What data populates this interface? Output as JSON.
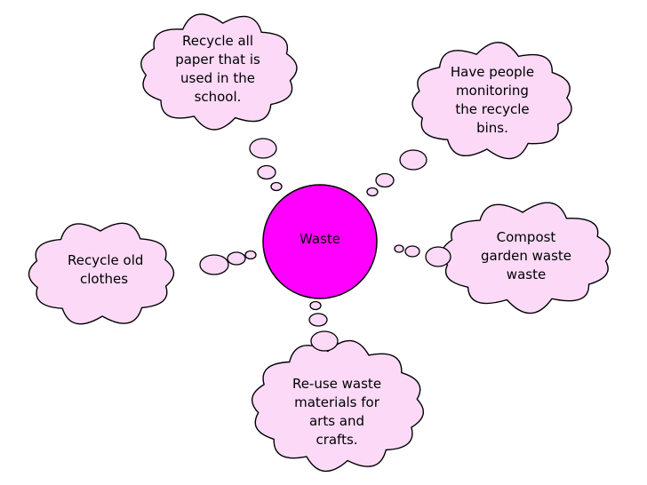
{
  "colors": {
    "bubble_fill": "#fbd9f7",
    "outline": "#000000",
    "center_fill": "#ff00ff",
    "text": "#000000"
  },
  "center": {
    "label": "Waste"
  },
  "bubbles": [
    {
      "id": "recycle-paper",
      "lines": [
        "Recycle all",
        "paper that is",
        "used in the",
        "school."
      ]
    },
    {
      "id": "monitor-bins",
      "lines": [
        "Have people",
        "monitoring",
        "the recycle",
        "bins."
      ]
    },
    {
      "id": "compost",
      "lines": [
        "Compost",
        "garden waste",
        "waste"
      ]
    },
    {
      "id": "reuse",
      "lines": [
        "Re-use waste",
        "materials for",
        "arts and",
        "crafts."
      ]
    },
    {
      "id": "recycle-clothes",
      "lines": [
        "Recycle old",
        "clothes"
      ]
    }
  ]
}
